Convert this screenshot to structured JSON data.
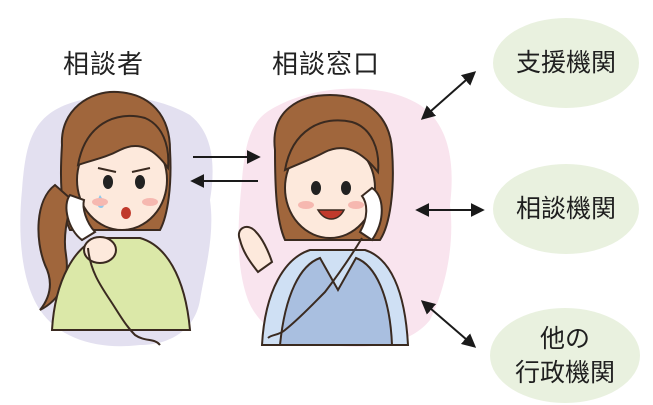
{
  "figure": {
    "people": {
      "consulter_label": "相談者",
      "desk_label": "相談窓口"
    },
    "organizations": [
      {
        "lines": [
          "支援機関"
        ]
      },
      {
        "lines": [
          "相談機関"
        ]
      },
      {
        "lines": [
          "他の",
          "行政機関"
        ]
      }
    ],
    "colors": {
      "consulter_blob": "#e3e0f0",
      "desk_blob": "#f9e4ee",
      "org_bubble": "#e9f1df",
      "arrow": "#1a1a1a",
      "consulter_shirt": "#dbe8a8",
      "desk_vest": "#a9bfe0",
      "hair": "#a0663c"
    }
  }
}
